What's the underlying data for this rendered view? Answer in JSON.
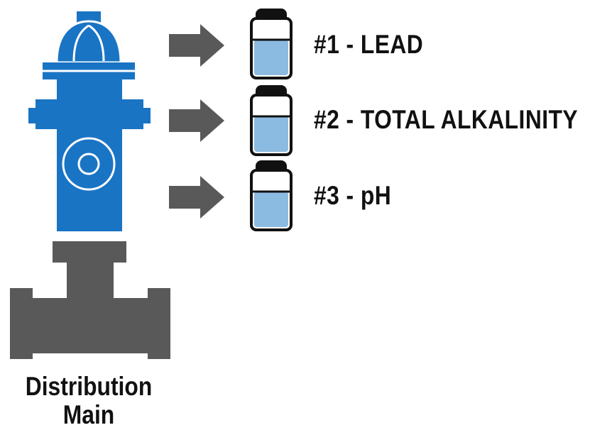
{
  "samples": [
    {
      "label": "#1 - LEAD"
    },
    {
      "label": "#2 - TOTAL ALKALINITY"
    },
    {
      "label": "#3 - pH"
    }
  ],
  "main": {
    "line1": "Distribution",
    "line2": "Main"
  },
  "colors": {
    "hydrant": "#1a74c4",
    "hydrant_outline": "#ffffff",
    "pipe": "#595959",
    "arrow": "#595959",
    "jar_cap": "#111111",
    "water": "#8cbbe2",
    "text": "#111111"
  },
  "icons": [
    "fire-hydrant-icon",
    "pipe-icon",
    "arrow-right-icon",
    "sample-jar-icon"
  ]
}
